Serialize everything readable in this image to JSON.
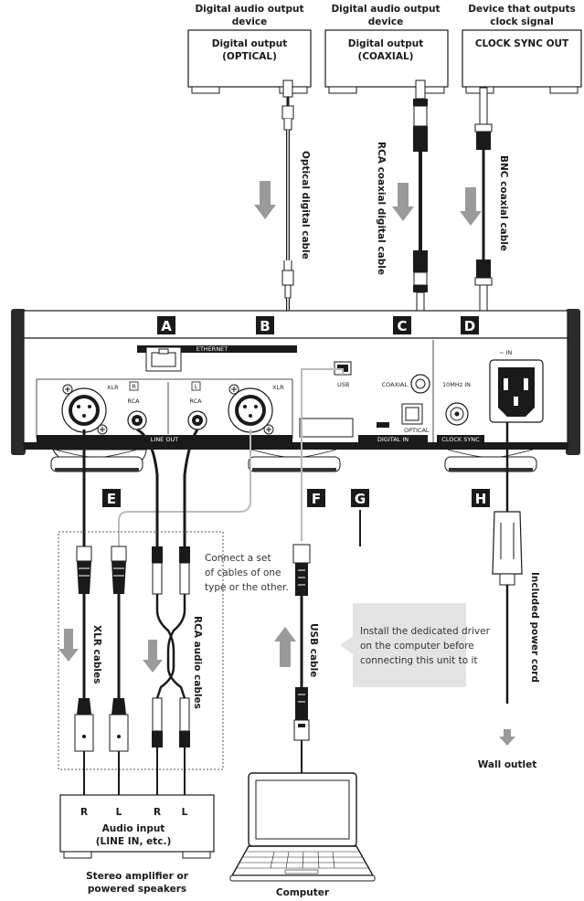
{
  "devices": {
    "optical": {
      "caption": [
        "Digital audio output",
        "device"
      ],
      "box": [
        "Digital output",
        "(OPTICAL)"
      ]
    },
    "coaxial": {
      "caption": [
        "Digital audio output",
        "device"
      ],
      "box": [
        "Digital output",
        "(COAXIAL)"
      ]
    },
    "clock": {
      "caption": [
        "Device that outputs",
        "clock signal"
      ],
      "box": [
        "CLOCK SYNC OUT"
      ]
    }
  },
  "cables": {
    "optical": "Optical digital cable",
    "coaxial": "RCA coaxial digital cable",
    "bnc": "BNC coaxial cable",
    "xlr": "XLR cables",
    "rca": "RCA audio cables",
    "usb": "USB cable",
    "power": "Included power cord"
  },
  "letters": {
    "a": "A",
    "b": "B",
    "c": "C",
    "d": "D",
    "e": "E",
    "f": "F",
    "g": "G",
    "h": "H"
  },
  "panel": {
    "ethernet": "ETHERNET",
    "xlr_left": "XLR",
    "xlr_right": "XLR",
    "r_tag": "R",
    "l_tag": "L",
    "rca_r": "RCA",
    "rca_l": "RCA",
    "line_out": "LINE OUT",
    "usb": "USB",
    "coaxial": "COAXIAL",
    "optical": "OPTICAL",
    "digital_in": "DIGITAL IN",
    "tenmhz_in": "10MHz IN",
    "clock_sync": "CLOCK SYNC",
    "ac_in": "∼ IN"
  },
  "notes": {
    "cable_set": [
      "Connect a set",
      "of cables of one",
      "type or the other."
    ],
    "driver": [
      "Install the dedicated driver",
      "on the computer before",
      "connecting this unit to it"
    ]
  },
  "amplifier": {
    "channels": [
      "R",
      "L",
      "R",
      "L"
    ],
    "box": [
      "Audio input",
      "(LINE IN, etc.)"
    ],
    "caption": [
      "Stereo amplifier or",
      "powered speakers"
    ]
  },
  "computer": {
    "caption": "Computer"
  },
  "wall": {
    "caption": "Wall outlet"
  }
}
